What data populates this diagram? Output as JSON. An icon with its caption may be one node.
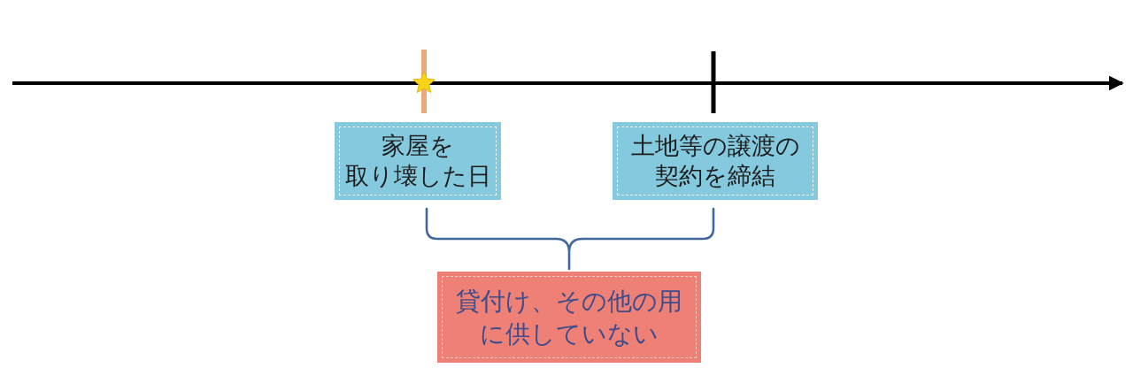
{
  "diagram": {
    "nodes": [
      {
        "text": [
          "家屋を取り壊した日"
        ]
      },
      {
        "text": [
          "土地等の譲渡の契約を締結"
        ]
      },
      {
        "text": [
          "貸付け、その他の用に供していない"
        ]
      }
    ]
  }
}
